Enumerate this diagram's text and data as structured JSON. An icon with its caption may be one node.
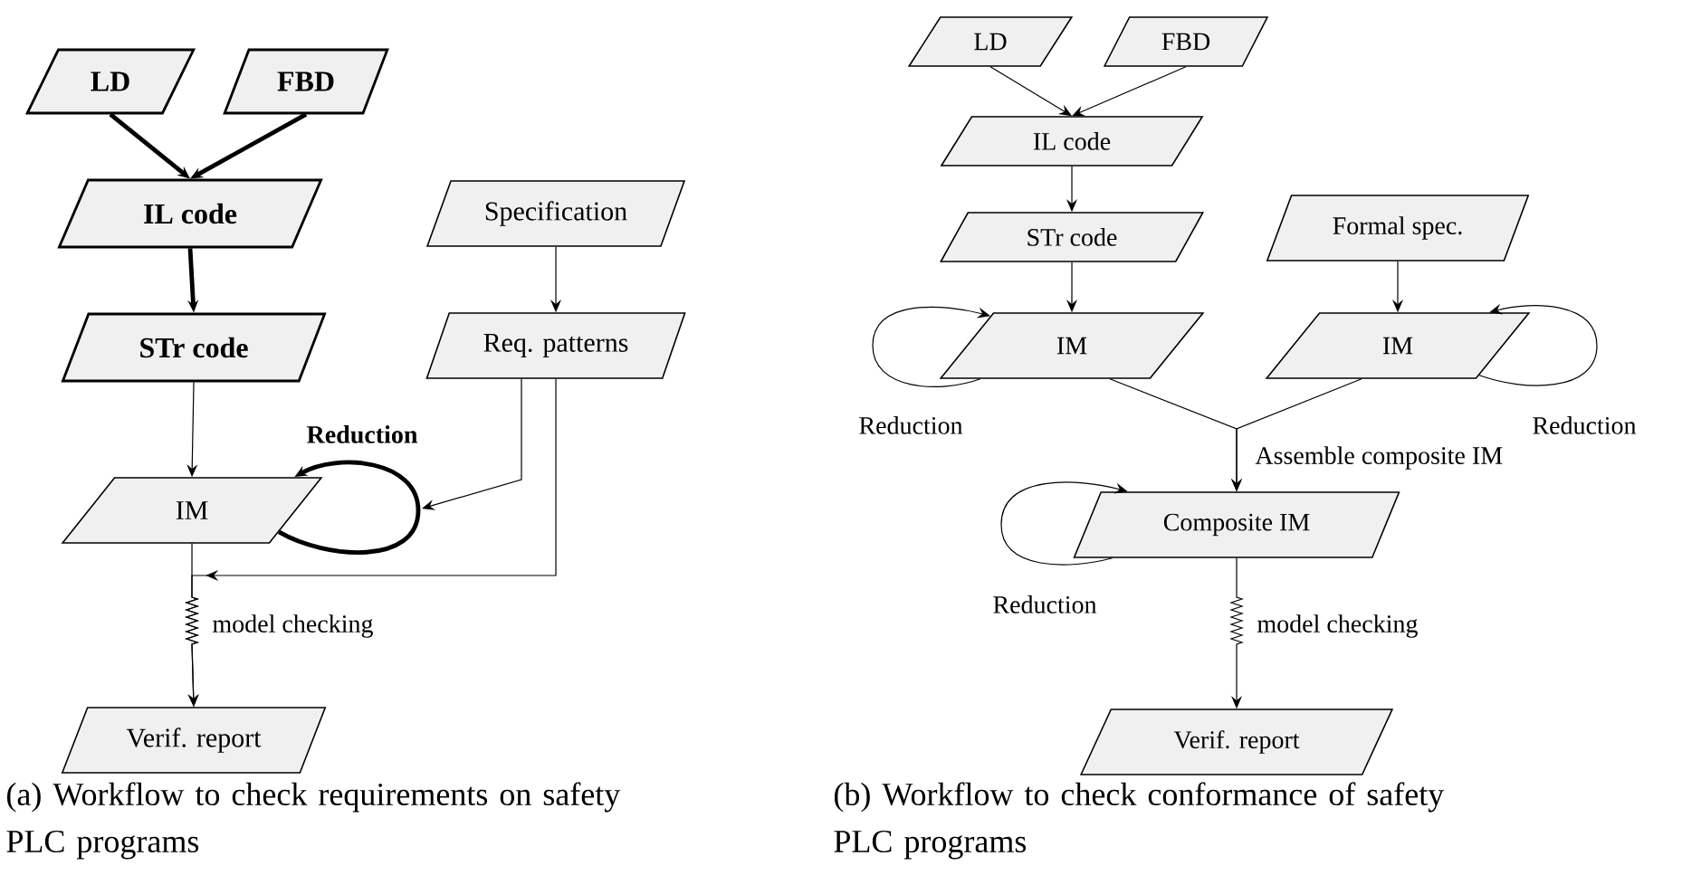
{
  "diagram": {
    "nodes": [
      {
        "text": [
          "LD"
        ]
      },
      {
        "text": [
          "FBD"
        ]
      },
      {
        "text": [
          "IL code"
        ]
      },
      {
        "text": [
          "STr code"
        ]
      },
      {
        "text": [
          "Specification"
        ]
      },
      {
        "text": [
          "Req. patterns"
        ]
      },
      {
        "text": [
          "IM"
        ]
      },
      {
        "text": [
          "Verif. report"
        ]
      },
      {
        "text": [
          "LD"
        ]
      },
      {
        "text": [
          "FBD"
        ]
      },
      {
        "text": [
          "IL code"
        ]
      },
      {
        "text": [
          "STr code"
        ]
      },
      {
        "text": [
          "Formal spec."
        ]
      },
      {
        "text": [
          "IM"
        ]
      },
      {
        "text": [
          "IM"
        ]
      },
      {
        "text": [
          "Composite IM"
        ]
      },
      {
        "text": [
          "Verif. report"
        ]
      }
    ],
    "edges": [
      {
        "from": 0,
        "to": 2,
        "arrow": "to",
        "style": "thick"
      },
      {
        "from": 1,
        "to": 2,
        "arrow": "to",
        "style": "thick"
      },
      {
        "from": 2,
        "to": 3,
        "arrow": "to",
        "style": "thick"
      },
      {
        "from": 3,
        "to": 6,
        "arrow": "to"
      },
      {
        "from": 4,
        "to": 5,
        "arrow": "to"
      },
      {
        "from": 6,
        "to": 6,
        "arrow": "to",
        "style": "thick",
        "label": "Reduction"
      },
      {
        "from": 5,
        "to": null,
        "arrow": "to"
      },
      {
        "from": 5,
        "to": 7,
        "arrow": "to"
      },
      {
        "from": 6,
        "to": 7,
        "arrow": "to",
        "label": "model checking"
      },
      {
        "from": 8,
        "to": 10,
        "arrow": "to"
      },
      {
        "from": 9,
        "to": 10,
        "arrow": "to"
      },
      {
        "from": 10,
        "to": 11,
        "arrow": "to"
      },
      {
        "from": 11,
        "to": 13,
        "arrow": "to"
      },
      {
        "from": 12,
        "to": 14,
        "arrow": "to"
      },
      {
        "from": 13,
        "to": 13,
        "arrow": "to",
        "label": "Reduction"
      },
      {
        "from": 14,
        "to": 14,
        "arrow": "to",
        "label": "Reduction"
      },
      {
        "from": 13,
        "to": 15,
        "arrow": "to",
        "label": "Assemble composite IM"
      },
      {
        "from": 14,
        "to": 15,
        "arrow": "to"
      },
      {
        "from": 15,
        "to": 15,
        "arrow": "to",
        "label": "Reduction"
      },
      {
        "from": 15,
        "to": 16,
        "arrow": "to",
        "label": "model checking"
      }
    ],
    "labels": [
      "(a) Workflow to check requirements on safety PLC programs",
      "(b) Workflow to check conformance of safety PLC programs"
    ]
  }
}
